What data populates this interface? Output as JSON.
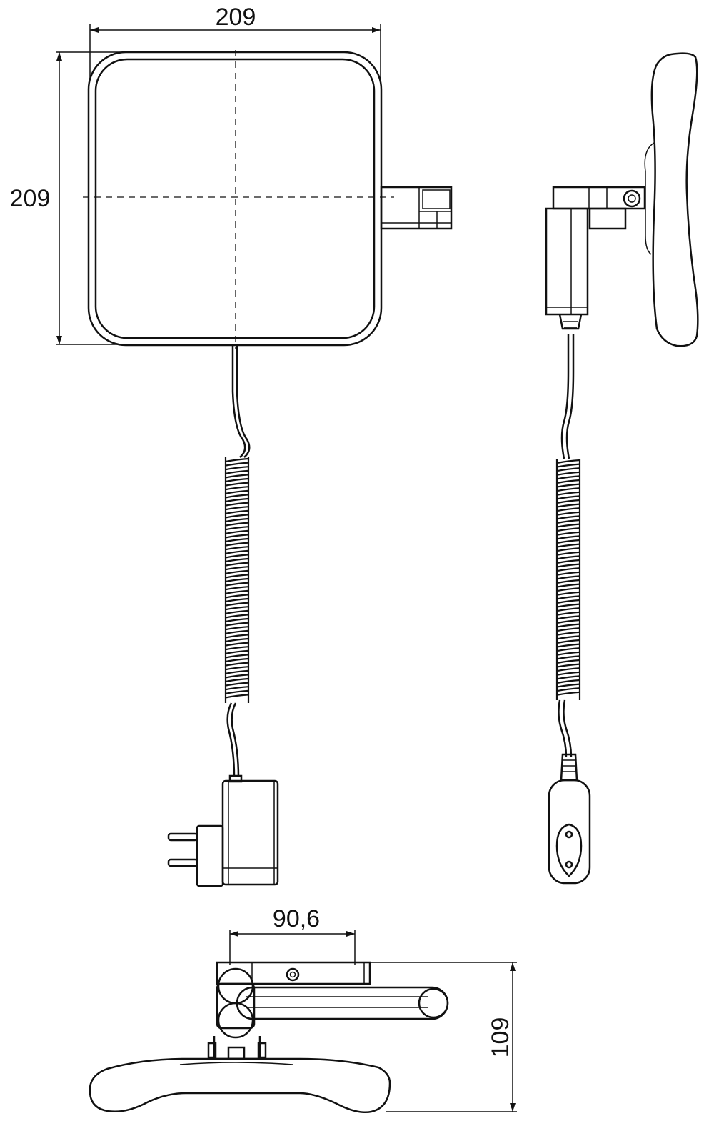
{
  "dimensions": {
    "front_width": "209",
    "front_height": "209",
    "top_arm_offset": "90,6",
    "top_depth": "109"
  },
  "views": [
    "front-view",
    "side-view",
    "top-view"
  ]
}
